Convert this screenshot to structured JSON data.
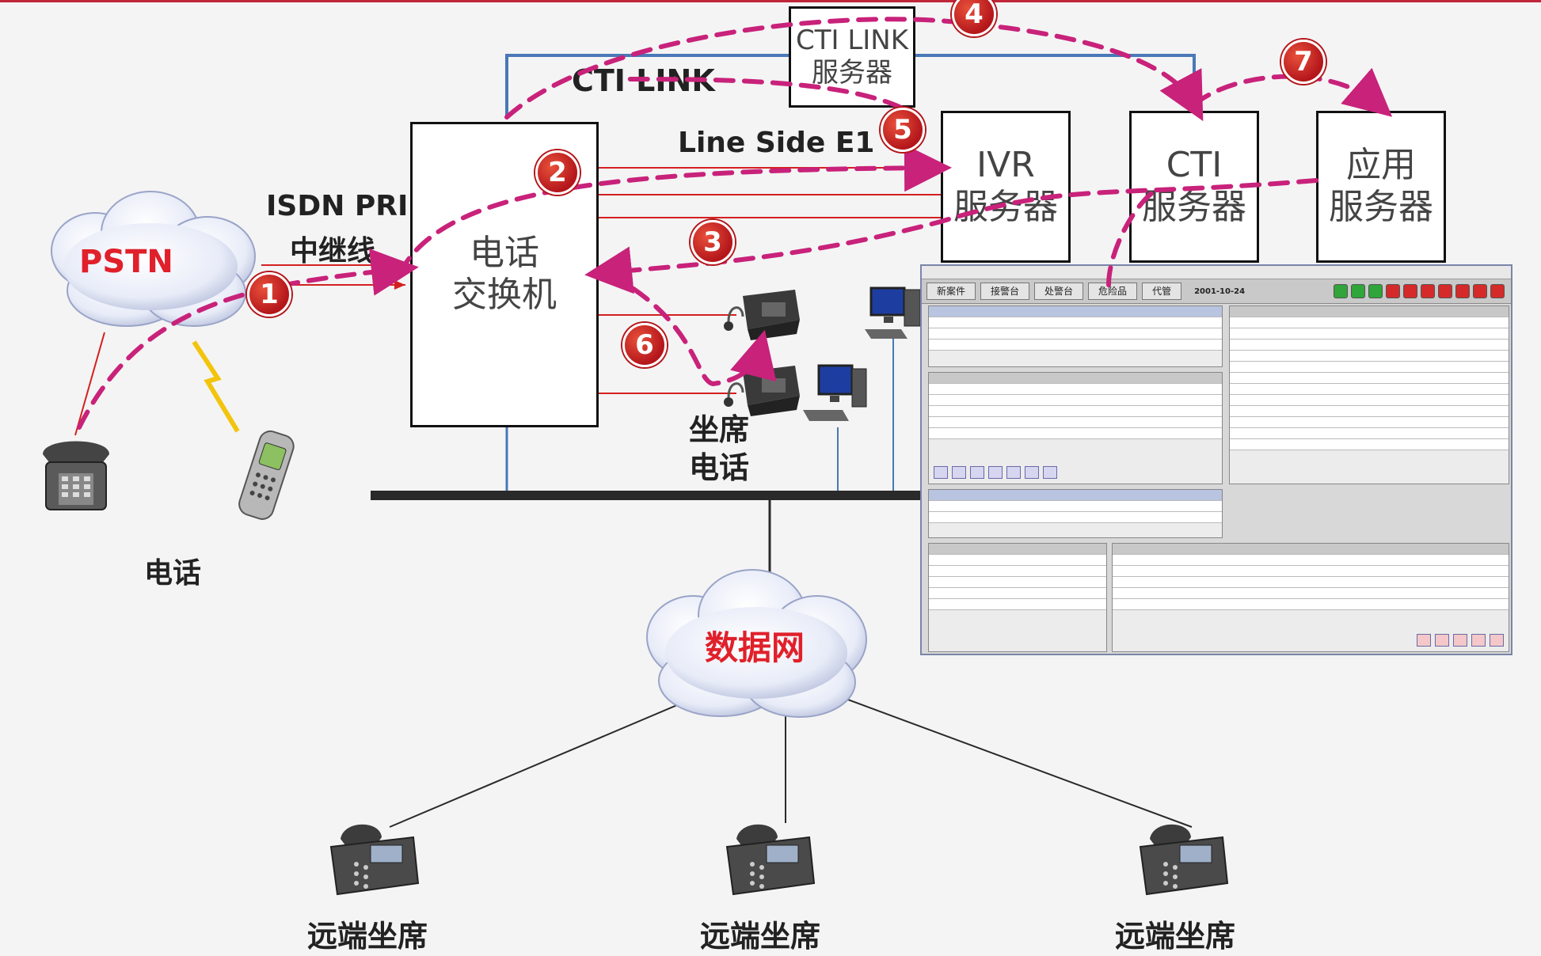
{
  "labels": {
    "cti_link_server": "CTI LINK\n服务器",
    "cti_link": "CTI LINK",
    "line_side": "Line Side E1",
    "isdn_pri": "ISDN PRI",
    "trunk": "中继线",
    "pstn": "PSTN",
    "pbx": "电话\n交换机",
    "ivr": "IVR\n服务器",
    "cti_server": "CTI\n服务器",
    "app_server": "应用\n服务器",
    "phone": "电话",
    "agent_phone": "坐席\n电话",
    "data_network": "数据网",
    "remote_agent_1": "远端坐席",
    "remote_agent_2": "远端坐席",
    "remote_agent_3": "远端坐席"
  },
  "steps": [
    "1",
    "2",
    "3",
    "4",
    "5",
    "6",
    "7"
  ],
  "colors": {
    "flow": "#c8227a",
    "badge": "#c0192a",
    "cloud_text": "#e0202a",
    "link_blue": "#4a78b8",
    "trunk_red": "#d42020"
  },
  "panel": {
    "toolbar_buttons": [
      "新案件",
      "接警台",
      "处警台",
      "危险品",
      "代管"
    ],
    "datetime": "2001-10-24"
  }
}
